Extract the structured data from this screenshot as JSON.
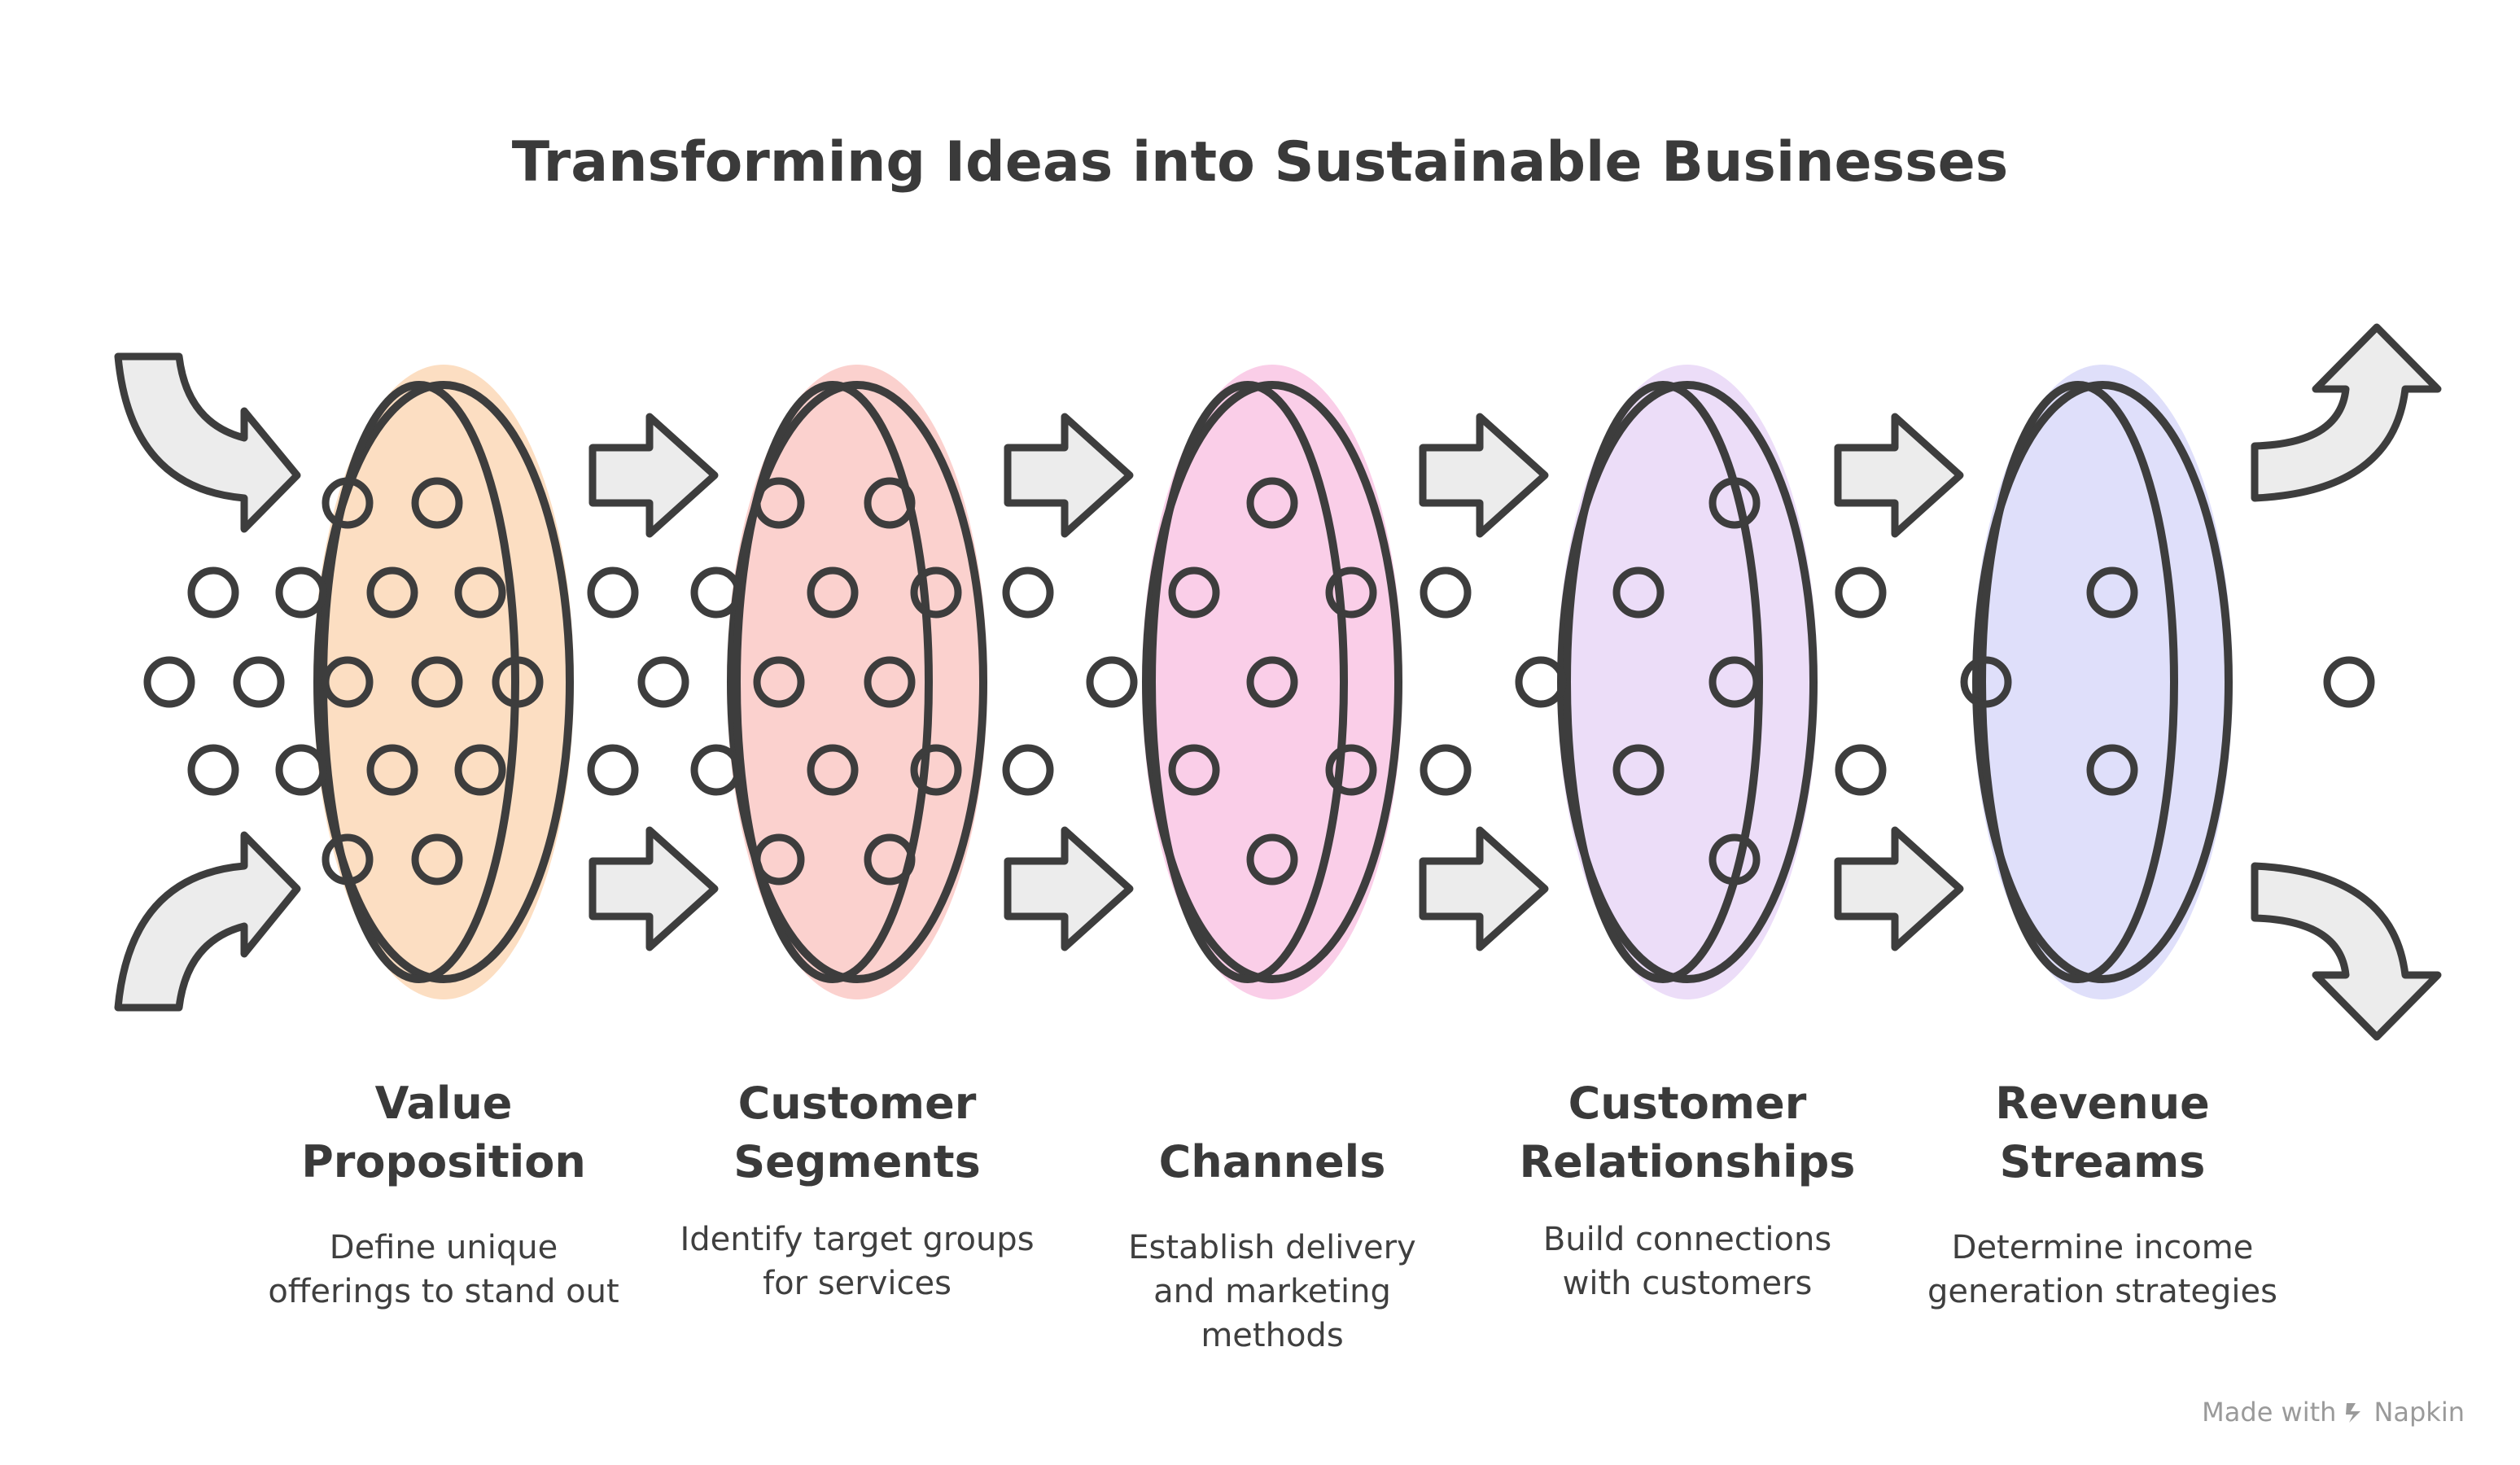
{
  "title": "Transforming Ideas into Sustainable Businesses",
  "stages": [
    {
      "title": "Value\nProposition",
      "description": "Define unique offerings to stand out",
      "color": "#fbd3ad"
    },
    {
      "title": "Customer\nSegments",
      "description": "Identify target groups for services",
      "color": "#f9c2bd"
    },
    {
      "title": "Channels",
      "description": "Establish delivery and marketing methods",
      "color": "#f8bde0"
    },
    {
      "title": "Customer\nRelationships",
      "description": "Build connections with customers",
      "color": "#e6d2f6"
    },
    {
      "title": "Revenue\nStreams",
      "description": "Determine income generation strategies",
      "color": "#d4d4f8"
    }
  ],
  "footer": {
    "prefix": "Made with",
    "brand": "Napkin"
  },
  "icon_names": [
    "curved-arrow-icon",
    "right-arrow-icon",
    "dot-icon"
  ]
}
